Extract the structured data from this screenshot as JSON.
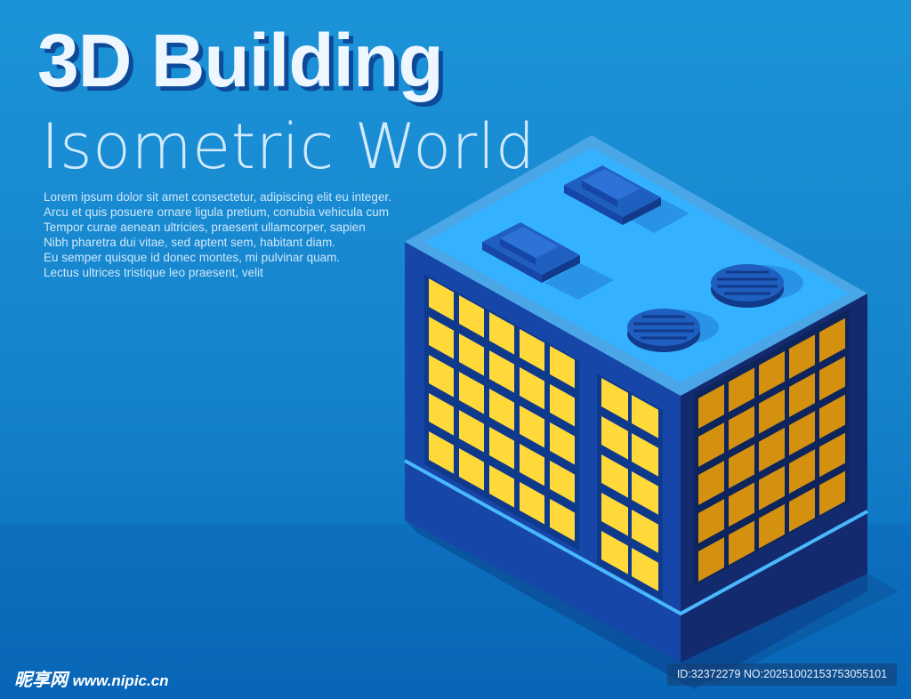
{
  "header": {
    "title": "3D Building",
    "subtitle": "Isometric World"
  },
  "body_lines": [
    "Lorem ipsum dolor sit amet consectetur, adipiscing elit eu integer.",
    "Arcu et quis posuere ornare ligula pretium, conubia vehicula cum",
    "Tempor curae aenean ultricies, praesent ullamcorper, sapien",
    "Nibh pharetra dui vitae, sed aptent sem, habitant diam.",
    "Eu semper quisque id donec montes, mi pulvinar quam.",
    "Lectus ultrices tristique leo praesent, velit"
  ],
  "watermark": {
    "logo_text": "昵享网",
    "url": "www.nipic.cn",
    "id_text": "ID:32372279 NO:20251002153753055101"
  },
  "colors": {
    "background": "#1583cc",
    "roof": "#35b2ff",
    "roof_rim": "#4aa6e6",
    "left_wall": "#1546a8",
    "right_wall": "#132b6e",
    "window_lit": "#ffd83a",
    "window_orange": "#d4900f",
    "stripe": "#49b8ff"
  }
}
